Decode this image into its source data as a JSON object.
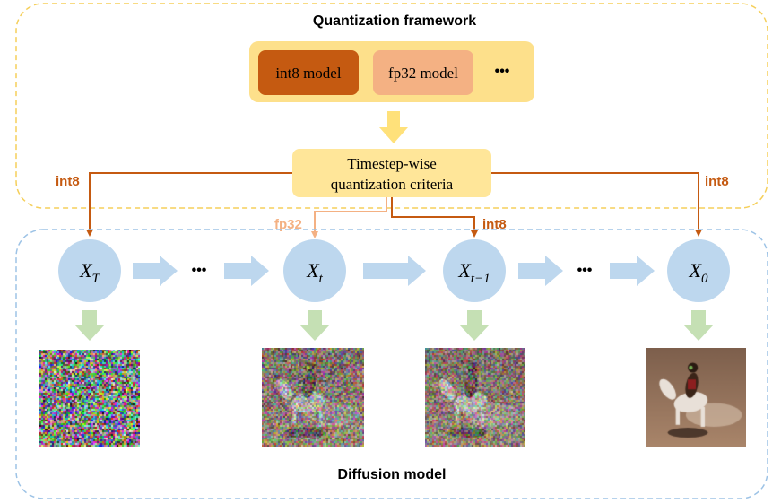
{
  "framework": {
    "title": "Quantization framework",
    "models": [
      "int8 model",
      "fp32 model"
    ],
    "more": "•••",
    "criteria_line1": "Timestep-wise",
    "criteria_line2": "quantization criteria"
  },
  "precision_labels": {
    "left": "int8",
    "right": "int8",
    "xt": "fp32",
    "xt_minus_1": "int8"
  },
  "diffusion": {
    "title": "Diffusion model",
    "ellipsis": "•••",
    "nodes": [
      {
        "symbol": "X",
        "sub": "T",
        "image_noise": 1.0
      },
      {
        "symbol": "X",
        "sub": "t",
        "image_noise": 0.55
      },
      {
        "symbol": "X",
        "sub": "t−1",
        "image_noise": 0.5
      },
      {
        "symbol": "X",
        "sub": "0",
        "image_noise": 0.0
      }
    ]
  },
  "colors": {
    "framework_border": "#f5cf5a",
    "framework_panel": "#fde08b",
    "int8_model": "#c55a11",
    "fp32_model": "#f4b183",
    "int8_line": "#c55a11",
    "fp32_line": "#f4b183",
    "criteria_box": "#ffe699",
    "diffusion_border": "#9dc3e6",
    "node": "#bdd7ee",
    "flow_arrow": "#bdd7ee",
    "down_arrow": "#c5e0b4",
    "yellow_arrow": "#ffe17a"
  }
}
